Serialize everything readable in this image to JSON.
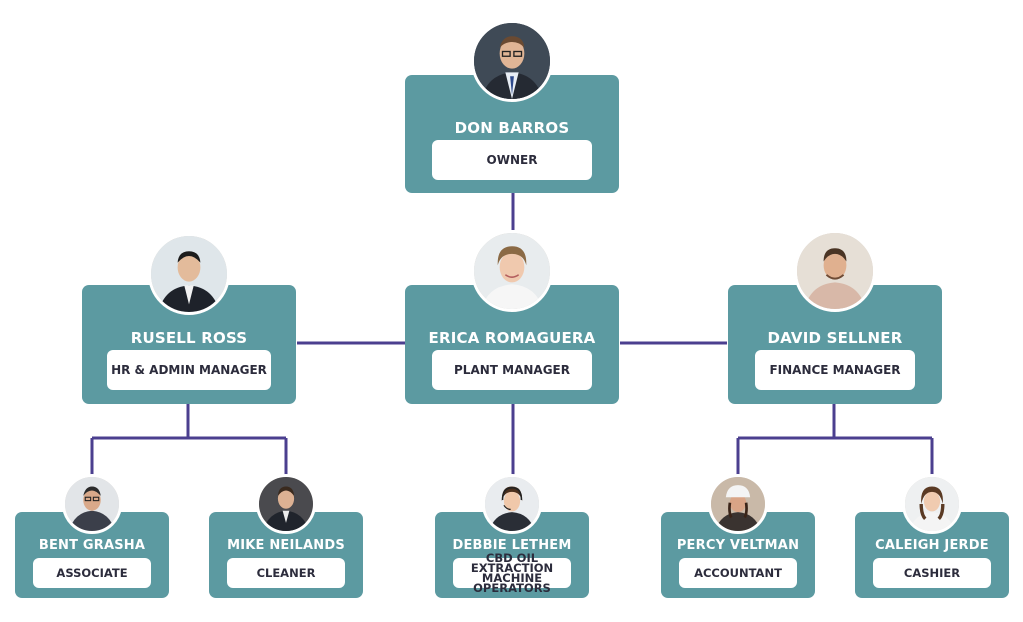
{
  "org": {
    "owner": {
      "name": "DON BARROS",
      "role": "OWNER"
    },
    "plant": {
      "name": "ERICA ROMAGUERA",
      "role": "PLANT MANAGER"
    },
    "hr": {
      "name": "RUSELL ROSS",
      "role": "HR & ADMIN MANAGER"
    },
    "finance": {
      "name": "DAVID SELLNER",
      "role": "FINANCE MANAGER"
    },
    "associate": {
      "name": "BENT GRASHA",
      "role": "ASSOCIATE"
    },
    "cleaner": {
      "name": "MIKE NEILANDS",
      "role": "CLEANER"
    },
    "operators": {
      "name": "DEBBIE LETHEM",
      "role": "CBD OIL EXTRACTION MACHINE OPERATORS"
    },
    "accountant": {
      "name": "PERCY VELTMAN",
      "role": "ACCOUNTANT"
    },
    "cashier": {
      "name": "CALEIGH JERDE",
      "role": "CASHIER"
    }
  },
  "colors": {
    "card": "#5c9aa1",
    "connector": "#4b3f8f",
    "role_text": "#2c2c3c"
  },
  "icons": {
    "avatar": "person-photo-icon"
  }
}
